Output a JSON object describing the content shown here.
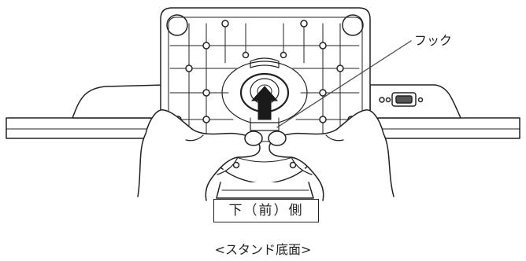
{
  "labels": {
    "hook": "フック",
    "front_side": "下（前）側",
    "caption": "<スタンド底面>"
  },
  "colors": {
    "line": "#222222",
    "background": "#ffffff",
    "arrow": "#1a1a1a"
  },
  "icons": {
    "arrow": "up-arrow-icon",
    "connector": "vga-connector-icon"
  }
}
